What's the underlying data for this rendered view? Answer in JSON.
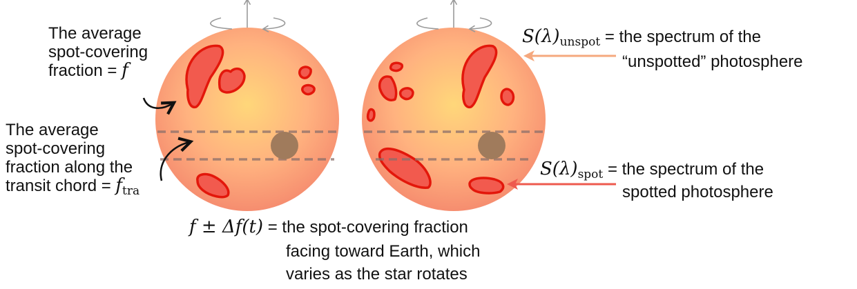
{
  "labels": {
    "avg_fraction": [
      "The average",
      "spot-covering",
      "fraction = "
    ],
    "avg_fraction_symbol": "f",
    "chord_fraction": [
      "The average",
      "spot-covering",
      "fraction along the",
      "transit chord = "
    ],
    "chord_symbol": "f",
    "chord_symbol_sub": "tra",
    "unspot_symbol": "S(λ)",
    "unspot_sub": "unspot",
    "unspot_text": [
      "= the spectrum of the",
      "“unspotted” photosphere"
    ],
    "spot_symbol": "S(λ)",
    "spot_sub": "spot",
    "spot_text": [
      "= the spectrum of the",
      "spotted photosphere"
    ],
    "variation_symbol": "f ± Δf(t)",
    "variation_text": [
      "= the spot-covering fraction",
      "facing toward Earth, which",
      "varies as the star rotates"
    ]
  },
  "colors": {
    "star_center": "#ffd77a",
    "star_mid": "#ffb27f",
    "star_edge": "#f58a6e",
    "spot_fill": "#f25a4e",
    "spot_stroke": "#e3170b",
    "planet": "#a07b5c",
    "chord_dash": "#8a6f6a",
    "unspot_arrow": "#f5a87e",
    "spot_arrow": "#ee5a4e",
    "rotation_axis": "#999999"
  }
}
